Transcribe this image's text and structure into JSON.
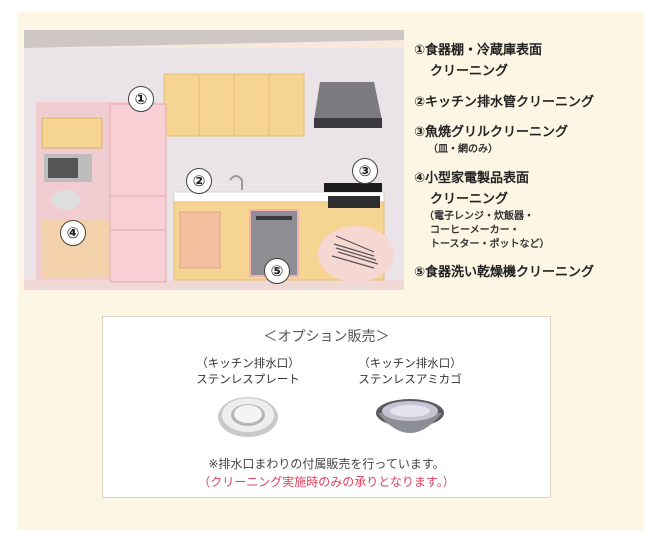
{
  "markers": {
    "m1": "①",
    "m2": "②",
    "m3": "③",
    "m4": "④",
    "m5": "⑤"
  },
  "legend": {
    "item1": {
      "line1": "①食器棚・冷蔵庫表面",
      "line2": "クリーニング"
    },
    "item2": {
      "line1": "②キッチン排水管クリーニング"
    },
    "item3": {
      "line1": "③魚焼グリルクリーニング",
      "sub": "（皿・網のみ）"
    },
    "item4": {
      "line1": "④小型家電製品表面",
      "line2": "クリーニング",
      "sub1": "（電子レンジ・炊飯器・",
      "sub2": "コーヒーメーカー・",
      "sub3": "トースター・ポットなど）"
    },
    "item5": {
      "line1": "⑤食器洗い乾燥機クリーニング"
    }
  },
  "option": {
    "title": "＜オプション販売＞",
    "products": [
      {
        "line1": "（キッチン排水口）",
        "line2": "ステンレスプレート",
        "icon": "stainless-plate-icon"
      },
      {
        "line1": "（キッチン排水口）",
        "line2": "ステンレスアミカゴ",
        "icon": "mesh-basket-icon"
      }
    ],
    "note": "※排水口まわりの付属販売を行っています。",
    "note_red": "（クリーニング実施時のみの承りとなります。）"
  },
  "colors": {
    "panel": "#fdf6e5",
    "cabinet": "#f5d591",
    "highlight_pink": "#f4b9c0",
    "note_red": "#e0405c"
  }
}
